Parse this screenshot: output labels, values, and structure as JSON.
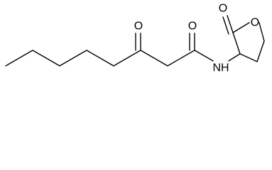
{
  "structure": {
    "atom_labels": {
      "ketone_oxygen": "O",
      "amide_oxygen": "O",
      "amide_nitrogen": "NH",
      "lactone_carbonyl_oxygen": "O",
      "ring_oxygen": "O"
    }
  }
}
